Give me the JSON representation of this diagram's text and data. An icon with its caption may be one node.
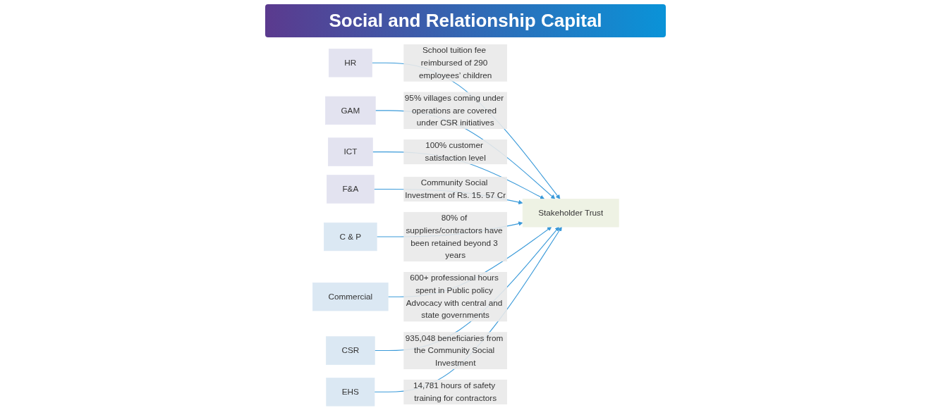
{
  "diagram": {
    "title": "Social and Relationship Capital",
    "nodes": [
      {
        "text": [
          "HR"
        ]
      },
      {
        "text": [
          "GAM"
        ]
      },
      {
        "text": [
          "ICT"
        ]
      },
      {
        "text": [
          "F&A"
        ]
      },
      {
        "text": [
          "Stakeholder Trust"
        ]
      },
      {
        "text": [
          "C & P"
        ]
      },
      {
        "text": [
          "Commercial"
        ]
      },
      {
        "text": [
          "CSR"
        ]
      },
      {
        "text": [
          "EHS"
        ]
      }
    ],
    "edges": [
      {
        "from": 0,
        "to": 4,
        "arrow": "to",
        "label": "School tuition fee reimbursed of 290 employees’ children"
      },
      {
        "from": 1,
        "to": 4,
        "arrow": "to",
        "label": "95% villages coming under operations are covered under CSR initiatives"
      },
      {
        "from": 2,
        "to": 4,
        "arrow": "to",
        "label": "100% customer satisfaction level"
      },
      {
        "from": 3,
        "to": 4,
        "arrow": "to",
        "label": "Community Social Investment of Rs. 15. 57 Cr"
      },
      {
        "from": 5,
        "to": 4,
        "arrow": "to",
        "label": "80% of suppliers/contractors have been retained beyond 3 years"
      },
      {
        "from": 6,
        "to": 4,
        "arrow": "to",
        "label": "600+ professional hours spent in Public policy Advocacy with central and state governments"
      },
      {
        "from": 7,
        "to": 4,
        "arrow": "to",
        "label": "935,048 beneficiaries from the Community Social Investment"
      },
      {
        "from": 8,
        "to": 4,
        "arrow": "to",
        "label": "14,781 hours of safety training for contractors"
      }
    ]
  }
}
